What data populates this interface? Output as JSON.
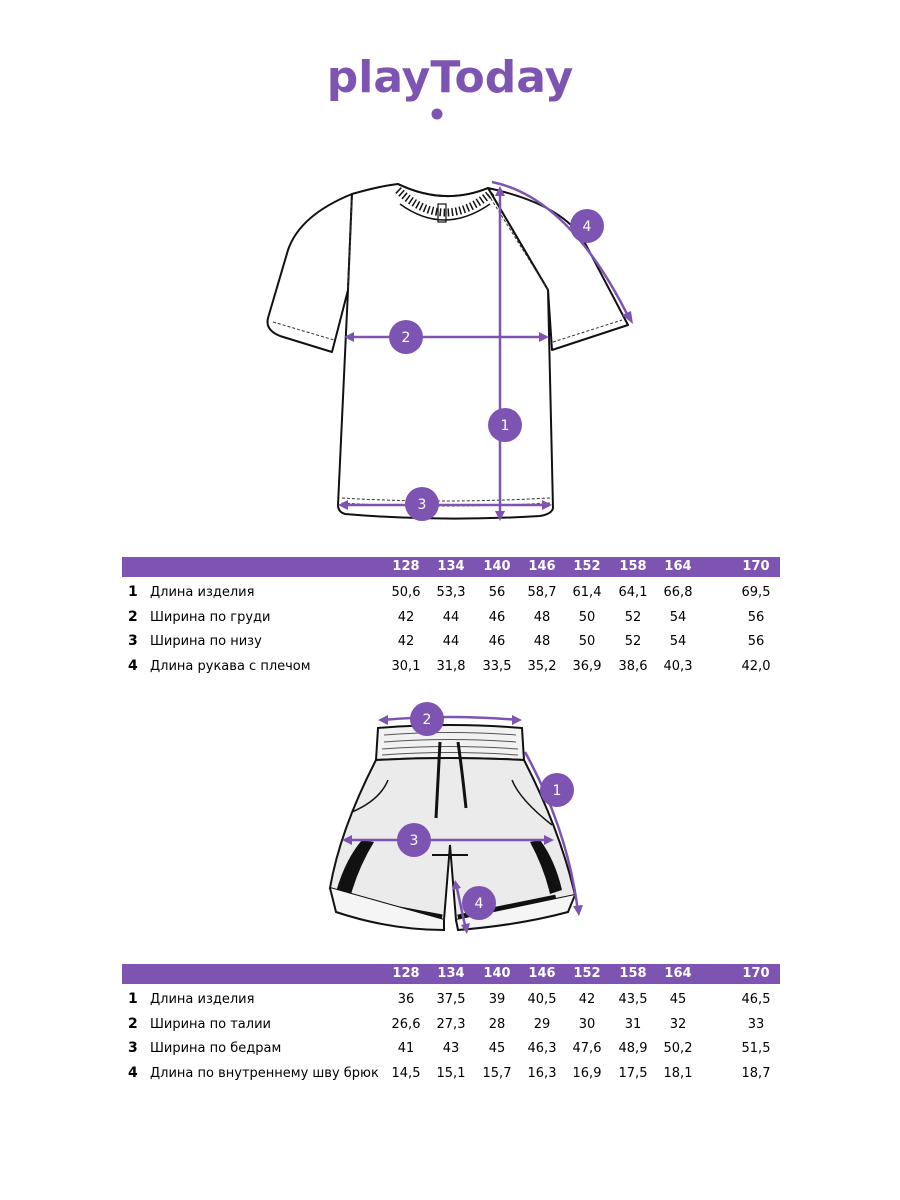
{
  "brand": {
    "name": "playToday",
    "accent": "#7d54b2"
  },
  "tshirt": {
    "markers": [
      "1",
      "2",
      "3",
      "4"
    ],
    "sizes": [
      "128",
      "134",
      "140",
      "146",
      "152",
      "158",
      "164",
      "170"
    ],
    "rows": [
      {
        "num": "1",
        "label": "Длина изделия",
        "values": [
          "50,6",
          "53,3",
          "56",
          "58,7",
          "61,4",
          "64,1",
          "66,8",
          "69,5"
        ]
      },
      {
        "num": "2",
        "label": "Ширина по груди",
        "values": [
          "42",
          "44",
          "46",
          "48",
          "50",
          "52",
          "54",
          "56"
        ]
      },
      {
        "num": "3",
        "label": "Ширина по низу",
        "values": [
          "42",
          "44",
          "46",
          "48",
          "50",
          "52",
          "54",
          "56"
        ]
      },
      {
        "num": "4",
        "label": "Длина рукава с плечом",
        "values": [
          "30,1",
          "31,8",
          "33,5",
          "35,2",
          "36,9",
          "38,6",
          "40,3",
          "42,0"
        ]
      }
    ]
  },
  "shorts": {
    "markers": [
      "1",
      "2",
      "3",
      "4"
    ],
    "sizes": [
      "128",
      "134",
      "140",
      "146",
      "152",
      "158",
      "164",
      "170"
    ],
    "rows": [
      {
        "num": "1",
        "label": "Длина изделия",
        "values": [
          "36",
          "37,5",
          "39",
          "40,5",
          "42",
          "43,5",
          "45",
          "46,5"
        ]
      },
      {
        "num": "2",
        "label": "Ширина по талии",
        "values": [
          "26,6",
          "27,3",
          "28",
          "29",
          "30",
          "31",
          "32",
          "33"
        ]
      },
      {
        "num": "3",
        "label": "Ширина по бедрам",
        "values": [
          "41",
          "43",
          "45",
          "46,3",
          "47,6",
          "48,9",
          "50,2",
          "51,5"
        ]
      },
      {
        "num": "4",
        "label": "Длина по внутреннему шву брюк",
        "values": [
          "14,5",
          "15,1",
          "15,7",
          "16,3",
          "16,9",
          "17,5",
          "18,1",
          "18,7"
        ]
      }
    ]
  }
}
